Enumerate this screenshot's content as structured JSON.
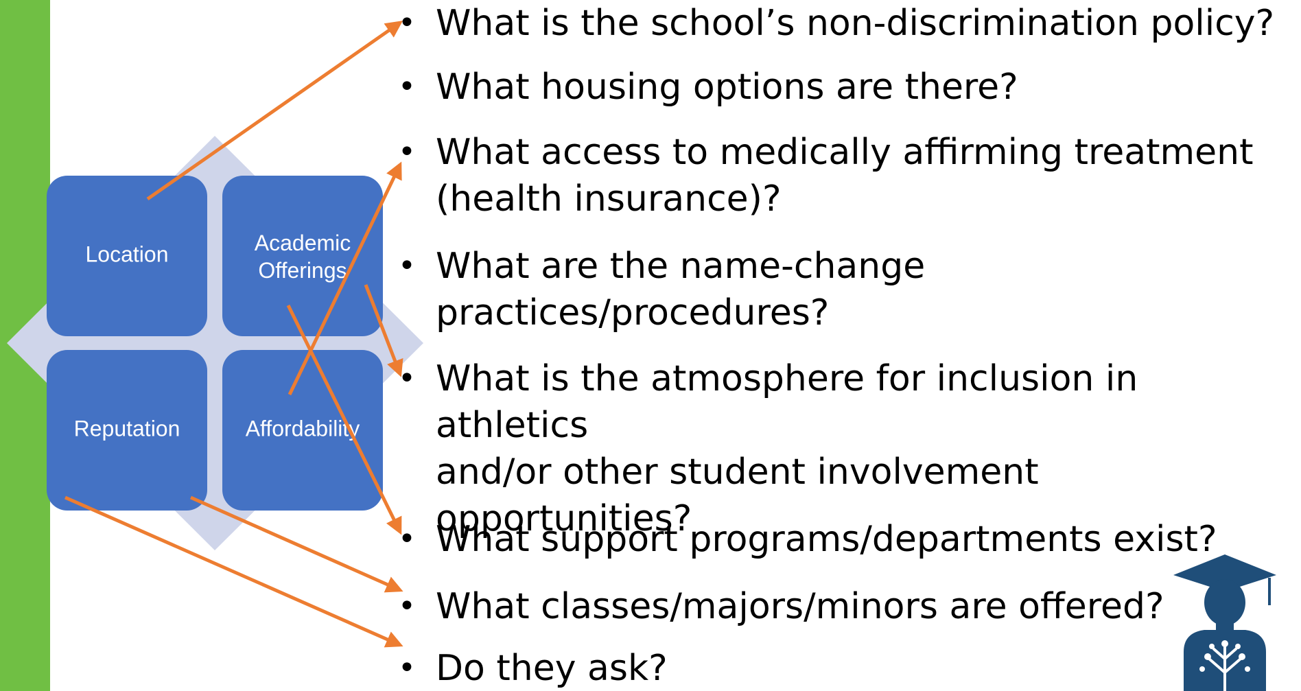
{
  "colors": {
    "accent_bar": "#70bf44",
    "tile_fill": "#4472c4",
    "tile_text": "#ffffff",
    "diamond": "#cfd5ea",
    "arrow": "#ed7d31",
    "logo": "#1f4e79"
  },
  "tiles": {
    "location": "Location",
    "academic": "Academic Offerings",
    "reputation": "Reputation",
    "affordability": "Affordability"
  },
  "questions": [
    {
      "bullet": "•",
      "text": "What is the school’s non-discrimination policy?"
    },
    {
      "bullet": "•",
      "text": "What housing options are there?"
    },
    {
      "bullet": "•",
      "text": "What access to medically affirming treatment\n(health insurance)?"
    },
    {
      "bullet": "•",
      "text": "What are the name-change\npractices/procedures?"
    },
    {
      "bullet": "•",
      "text": "What is the atmosphere for inclusion in athletics\nand/or other student involvement\nopportunities?"
    },
    {
      "bullet": "•",
      "text": "What support programs/departments exist?"
    },
    {
      "bullet": "•",
      "text": "What classes/majors/minors are offered?"
    },
    {
      "bullet": "•",
      "text": "Do they ask?"
    }
  ],
  "logo_icon": "graduate-tree-icon"
}
